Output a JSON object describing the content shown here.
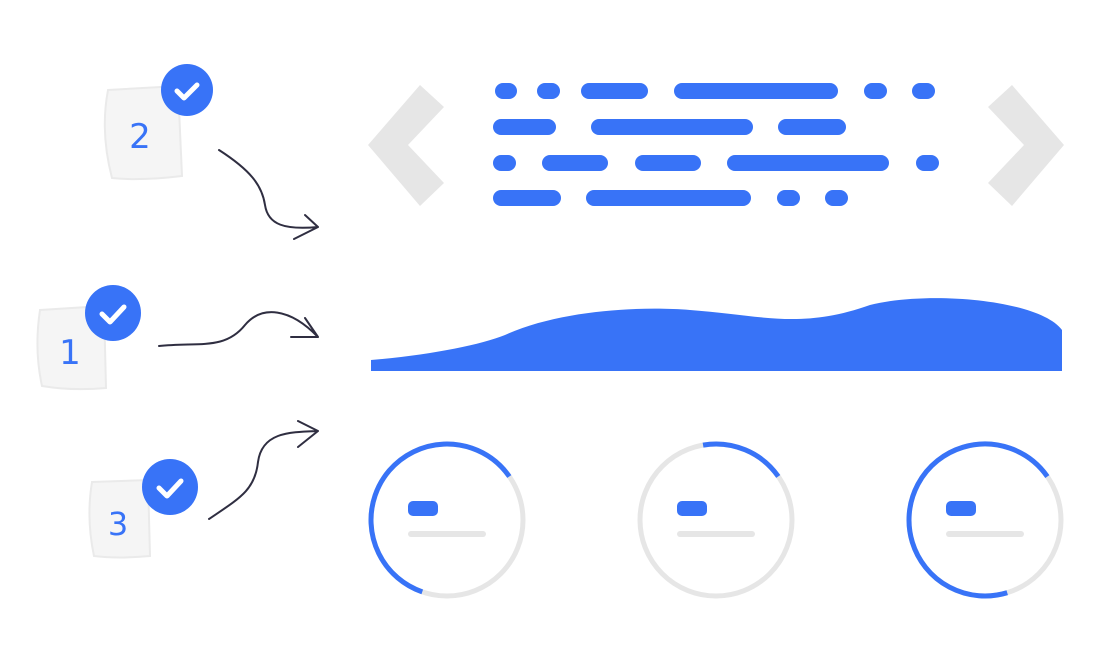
{
  "colors": {
    "accent": "#3873F7",
    "light_gray": "#E6E6E6",
    "card_fill": "#F5F5F5",
    "ink": "#2F2E41",
    "white": "#FFFFFF"
  },
  "steps": [
    {
      "number": "2",
      "icon": "check-icon"
    },
    {
      "number": "1",
      "icon": "check-icon"
    },
    {
      "number": "3",
      "icon": "check-icon"
    }
  ],
  "carousel": {
    "prev_icon": "chevron-left-icon",
    "next_icon": "chevron-right-icon"
  },
  "gauges": [
    {
      "progress": 0.6
    },
    {
      "progress": 0.18
    },
    {
      "progress": 0.7
    }
  ]
}
